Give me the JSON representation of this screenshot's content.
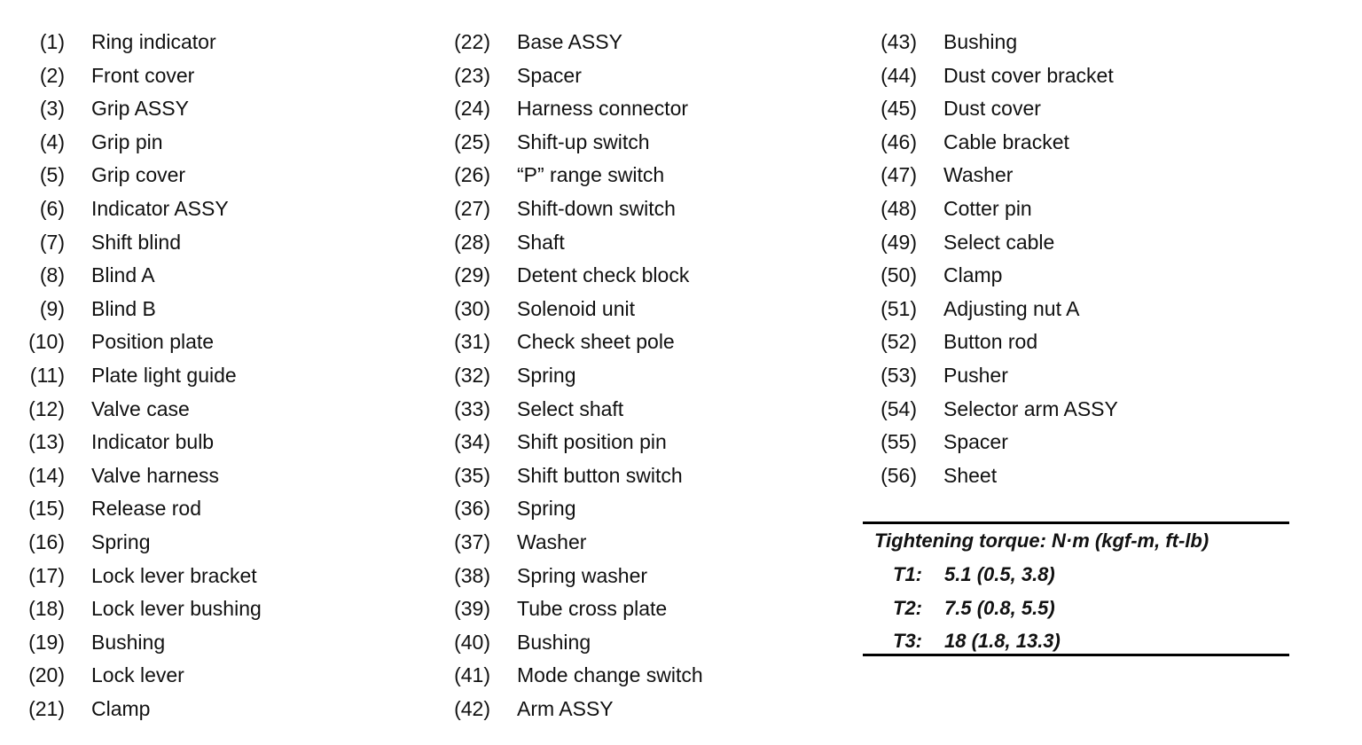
{
  "columns": [
    [
      {
        "num": "(1)",
        "name": "Ring indicator"
      },
      {
        "num": "(2)",
        "name": "Front cover"
      },
      {
        "num": "(3)",
        "name": "Grip ASSY"
      },
      {
        "num": "(4)",
        "name": "Grip pin"
      },
      {
        "num": "(5)",
        "name": "Grip cover"
      },
      {
        "num": "(6)",
        "name": "Indicator ASSY"
      },
      {
        "num": "(7)",
        "name": "Shift blind"
      },
      {
        "num": "(8)",
        "name": "Blind A"
      },
      {
        "num": "(9)",
        "name": "Blind B"
      },
      {
        "num": "(10)",
        "name": "Position plate"
      },
      {
        "num": "(11)",
        "name": "Plate light guide"
      },
      {
        "num": "(12)",
        "name": "Valve case"
      },
      {
        "num": "(13)",
        "name": "Indicator bulb"
      },
      {
        "num": "(14)",
        "name": "Valve harness"
      },
      {
        "num": "(15)",
        "name": "Release rod"
      },
      {
        "num": "(16)",
        "name": "Spring"
      },
      {
        "num": "(17)",
        "name": "Lock lever bracket"
      },
      {
        "num": "(18)",
        "name": "Lock lever bushing"
      },
      {
        "num": "(19)",
        "name": "Bushing"
      },
      {
        "num": "(20)",
        "name": "Lock lever"
      },
      {
        "num": "(21)",
        "name": "Clamp"
      }
    ],
    [
      {
        "num": "(22)",
        "name": "Base ASSY"
      },
      {
        "num": "(23)",
        "name": "Spacer"
      },
      {
        "num": "(24)",
        "name": "Harness connector"
      },
      {
        "num": "(25)",
        "name": "Shift-up switch"
      },
      {
        "num": "(26)",
        "name": "“P” range switch"
      },
      {
        "num": "(27)",
        "name": "Shift-down switch"
      },
      {
        "num": "(28)",
        "name": "Shaft"
      },
      {
        "num": "(29)",
        "name": "Detent check block"
      },
      {
        "num": "(30)",
        "name": "Solenoid unit"
      },
      {
        "num": "(31)",
        "name": "Check sheet pole"
      },
      {
        "num": "(32)",
        "name": "Spring"
      },
      {
        "num": "(33)",
        "name": "Select shaft"
      },
      {
        "num": "(34)",
        "name": "Shift position pin"
      },
      {
        "num": "(35)",
        "name": "Shift button switch"
      },
      {
        "num": "(36)",
        "name": "Spring"
      },
      {
        "num": "(37)",
        "name": "Washer"
      },
      {
        "num": "(38)",
        "name": "Spring washer"
      },
      {
        "num": "(39)",
        "name": "Tube cross plate"
      },
      {
        "num": "(40)",
        "name": "Bushing"
      },
      {
        "num": "(41)",
        "name": "Mode change switch"
      },
      {
        "num": "(42)",
        "name": "Arm ASSY"
      }
    ],
    [
      {
        "num": "(43)",
        "name": "Bushing"
      },
      {
        "num": "(44)",
        "name": "Dust cover bracket"
      },
      {
        "num": "(45)",
        "name": "Dust cover"
      },
      {
        "num": "(46)",
        "name": "Cable bracket"
      },
      {
        "num": "(47)",
        "name": "Washer"
      },
      {
        "num": "(48)",
        "name": "Cotter pin"
      },
      {
        "num": "(49)",
        "name": "Select cable"
      },
      {
        "num": "(50)",
        "name": "Clamp"
      },
      {
        "num": "(51)",
        "name": "Adjusting nut A"
      },
      {
        "num": "(52)",
        "name": "Button rod"
      },
      {
        "num": "(53)",
        "name": "Pusher"
      },
      {
        "num": "(54)",
        "name": "Selector arm ASSY"
      },
      {
        "num": "(55)",
        "name": "Spacer"
      },
      {
        "num": "(56)",
        "name": "Sheet"
      }
    ]
  ],
  "torque": {
    "title": "Tightening torque: N·m (kgf-m, ft-lb)",
    "rows": [
      {
        "label": "T1:",
        "value": "5.1 (0.5, 3.8)"
      },
      {
        "label": "T2:",
        "value": "7.5 (0.8, 5.5)"
      },
      {
        "label": "T3:",
        "value": "18 (1.8, 13.3)"
      }
    ]
  }
}
